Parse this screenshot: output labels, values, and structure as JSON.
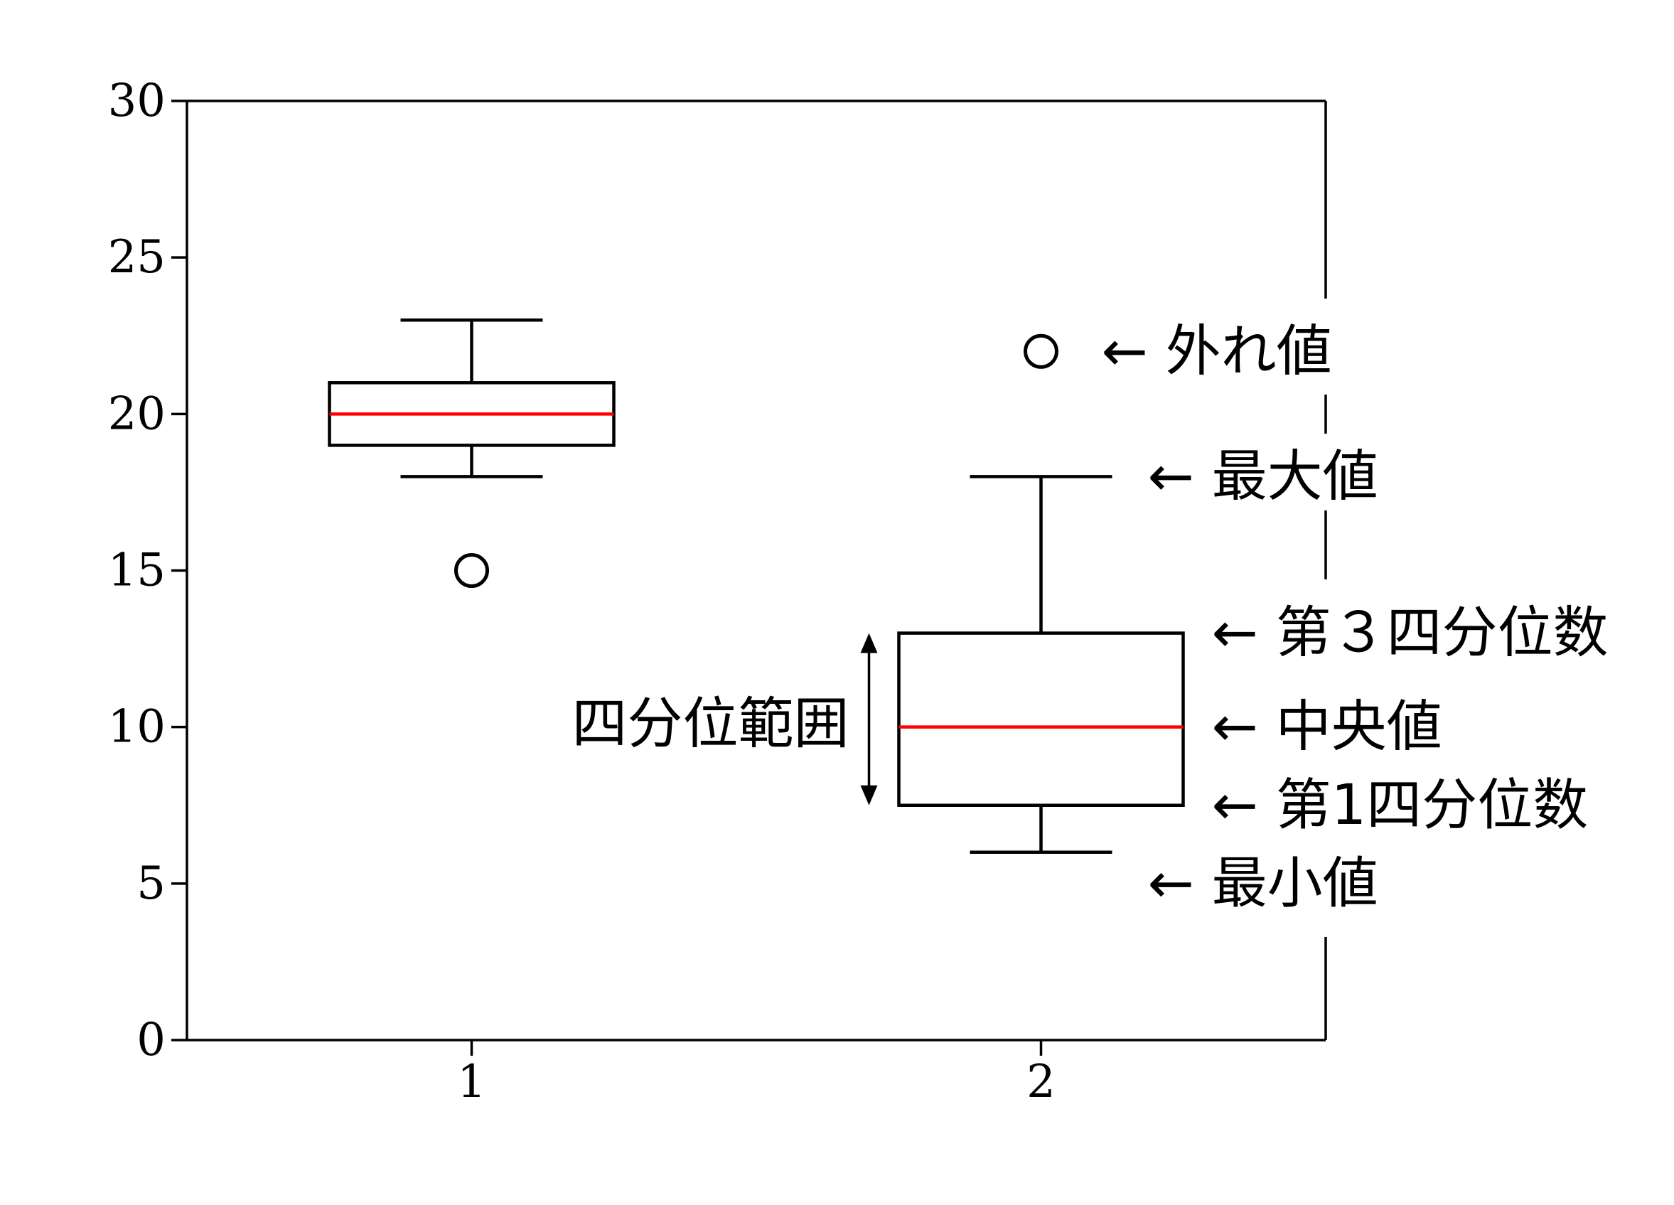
{
  "chart_data": {
    "type": "box",
    "title": "",
    "xlabel": "",
    "ylabel": "",
    "ylim": [
      0,
      30
    ],
    "xlim": [
      0.5,
      2.5
    ],
    "yticks": [
      0,
      5,
      10,
      15,
      20,
      25,
      30
    ],
    "categories": [
      "1",
      "2"
    ],
    "boxes": [
      {
        "x": 1,
        "whisker_low": 18,
        "q1": 19,
        "median": 20,
        "q3": 21,
        "whisker_high": 23,
        "outliers": [
          15
        ]
      },
      {
        "x": 2,
        "whisker_low": 6,
        "q1": 7.5,
        "median": 10,
        "q3": 13,
        "whisker_high": 18,
        "outliers": [
          22
        ]
      }
    ],
    "annotations": [
      {
        "text": "外れ値",
        "y": 22
      },
      {
        "text": "最大値",
        "y": 18
      },
      {
        "text": "第３四分位数",
        "y": 13
      },
      {
        "text": "中央値",
        "y": 10
      },
      {
        "text": "第1四分位数",
        "y": 7.5
      },
      {
        "text": "最小値",
        "y": 5
      }
    ],
    "iqr_label": "四分位範囲",
    "arrow_glyph": "←",
    "colors": {
      "box": "#000000",
      "median": "#ff0000"
    },
    "grid": false
  }
}
